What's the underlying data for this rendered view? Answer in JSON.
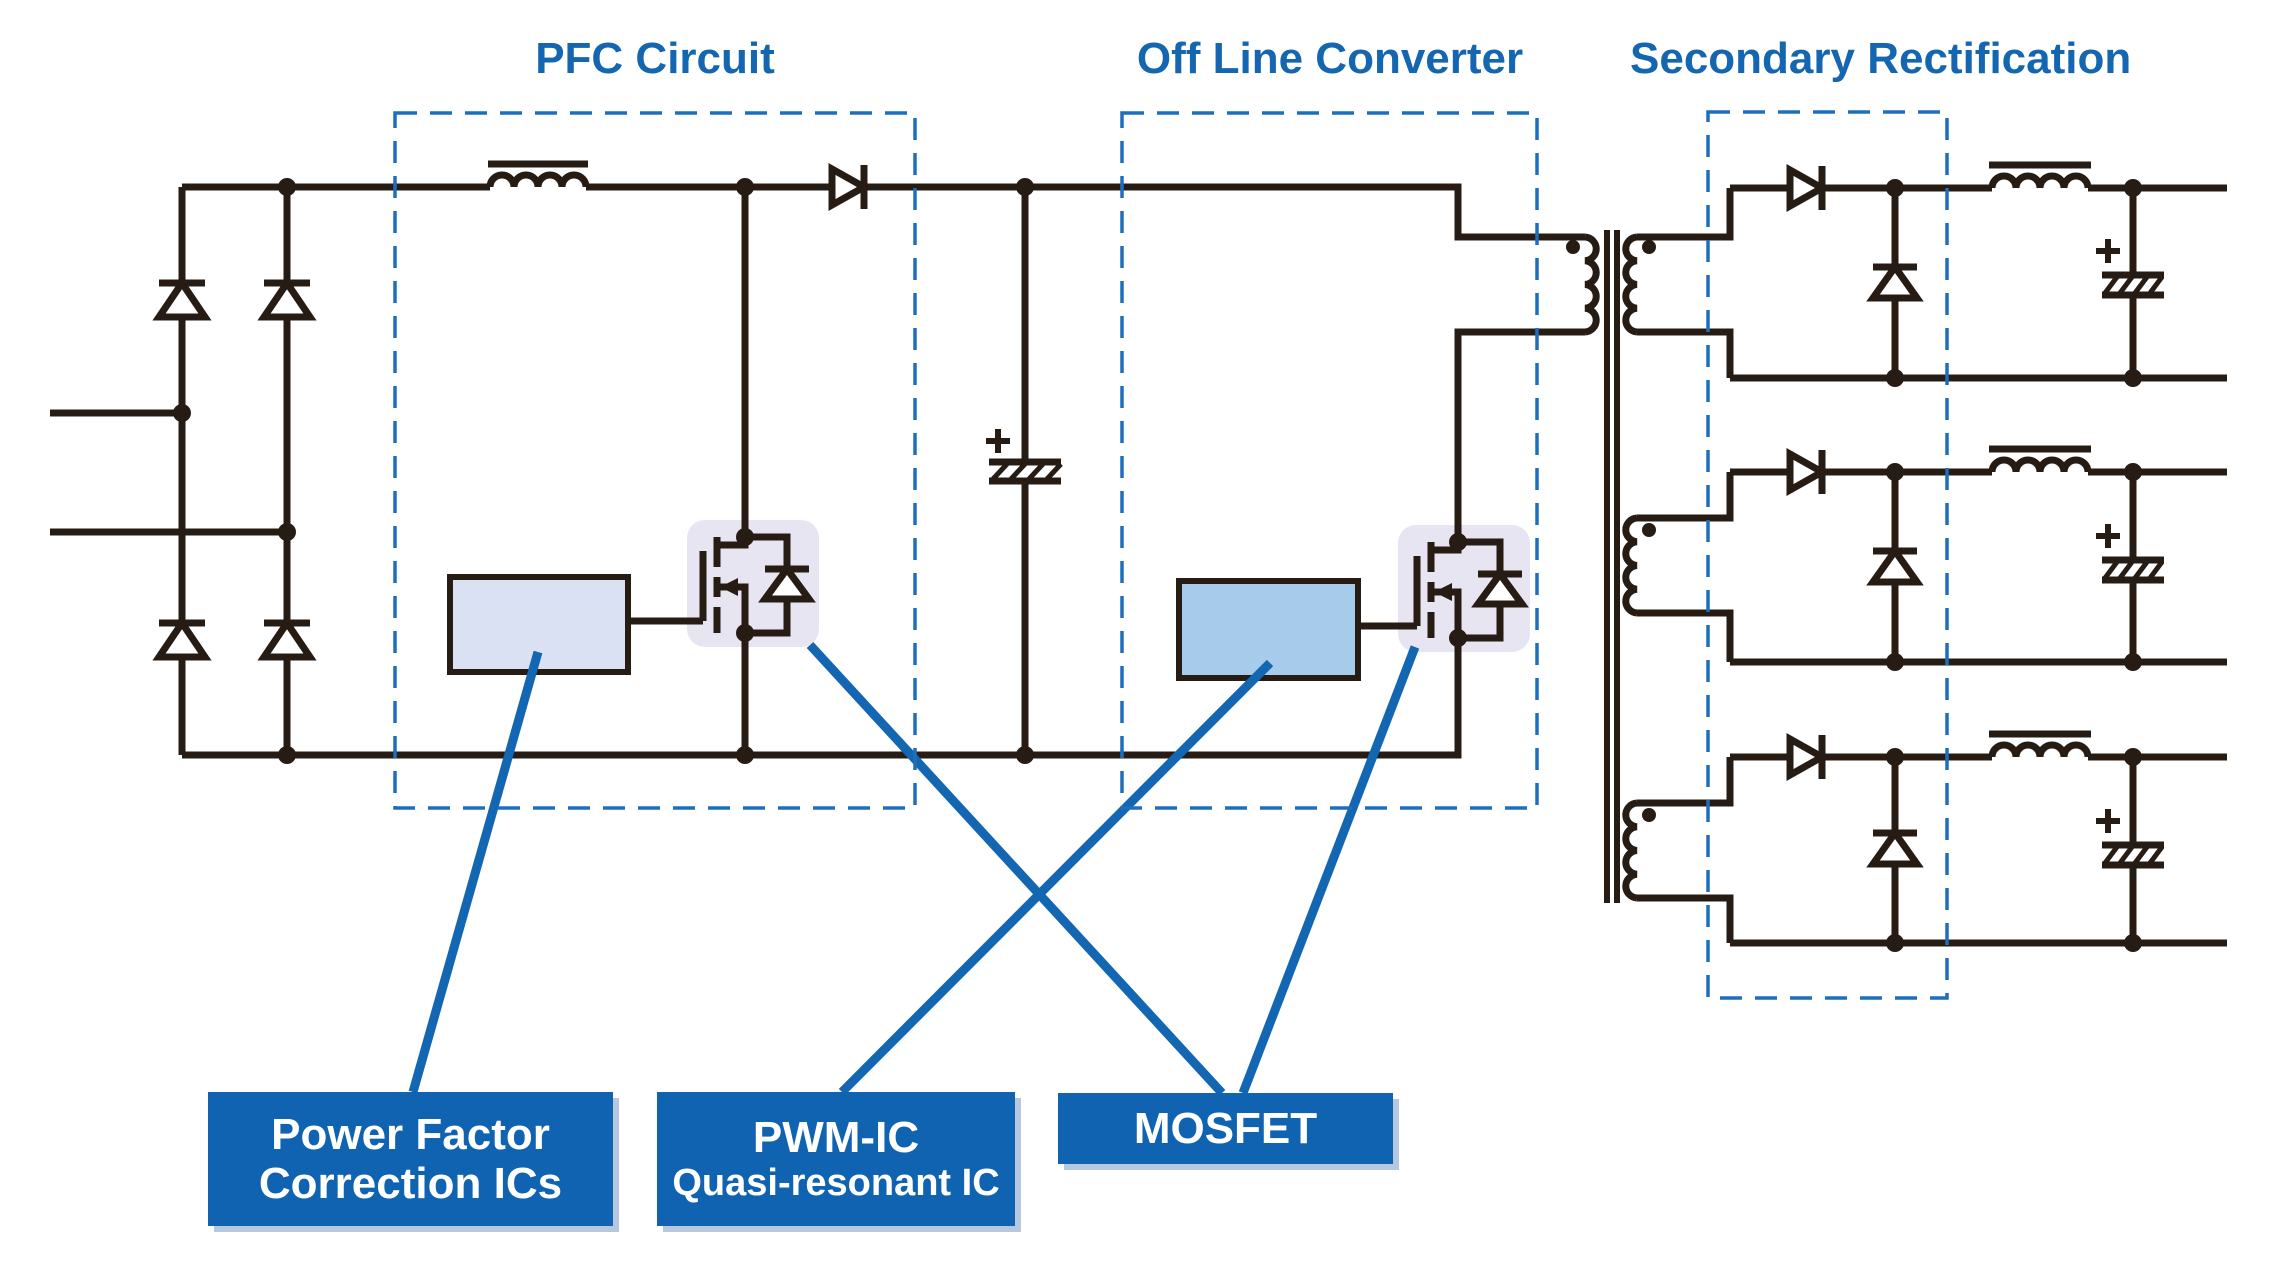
{
  "sections": [
    {
      "label": "PFC Circuit"
    },
    {
      "label": "Off Line Converter"
    },
    {
      "label": "Secondary Rectification"
    }
  ],
  "callouts": [
    {
      "lines": [
        "Power Factor",
        "Correction ICs"
      ]
    },
    {
      "lines": [
        "PWM-IC",
        "Quasi-resonant IC"
      ]
    },
    {
      "lines": [
        "MOSFET"
      ]
    }
  ],
  "colors": {
    "wire": "#261c14",
    "dashed_box": "#1d6fbd",
    "callout_line": "#1366b2",
    "section_label": "#1566b1",
    "callout_box": "#0f63b0",
    "callout_box_shadow": "#b5c8de",
    "callout_text": "#ffffff",
    "pfc_ic_fill": "#d9e1f2",
    "pwm_ic_fill": "#a7cbeb",
    "mosfet_highlight": "#e7e5f1",
    "background": "#ffffff"
  }
}
